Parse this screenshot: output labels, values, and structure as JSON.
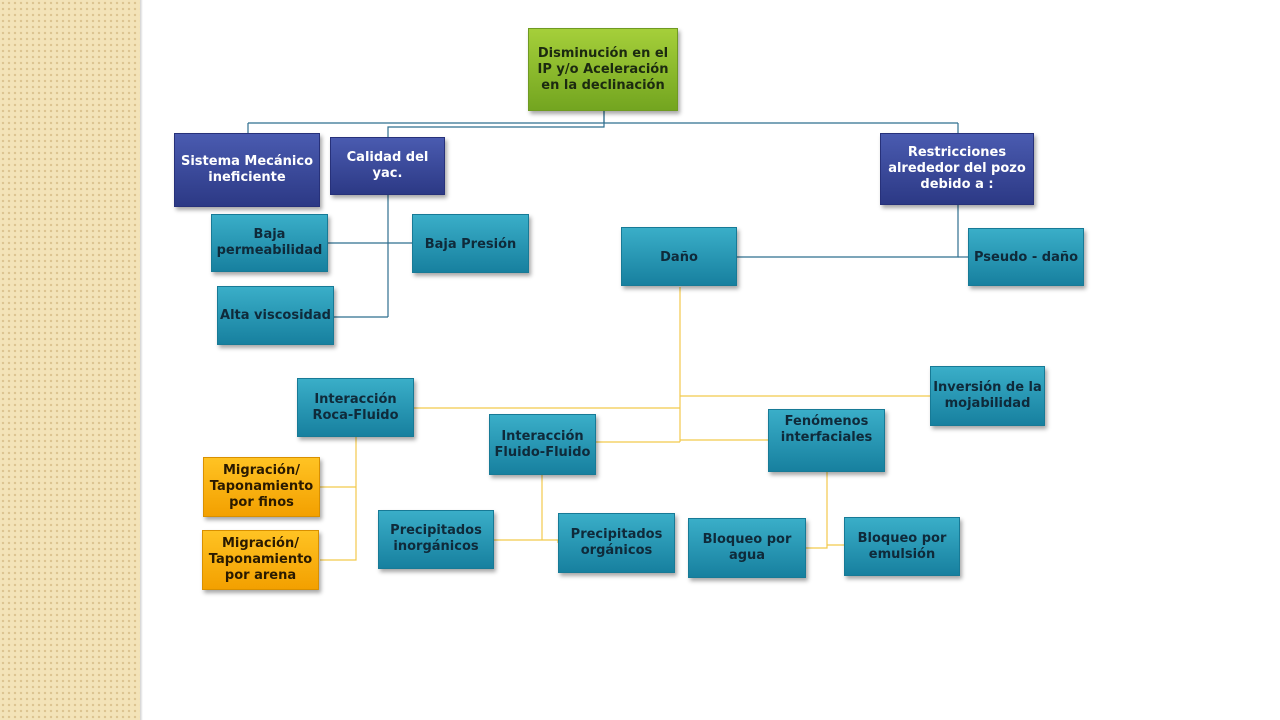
{
  "diagram": {
    "root": "Disminución en el IP y/o Aceleración en la declinación",
    "sistema_mecanico": "Sistema Mecánico ineficiente",
    "calidad_yac": "Calidad del yac.",
    "restricciones": "Restricciones alrededor del pozo debido a :",
    "baja_permeabilidad": "Baja permeabilidad",
    "baja_presion": "Baja Presión",
    "alta_viscosidad": "Alta viscosidad",
    "dano": "Daño",
    "pseudo_dano": "Pseudo - daño",
    "inversion_mojabilidad": "Inversión de la mojabilidad",
    "interaccion_roca_fluido": "Interacción Roca-Fluido",
    "interaccion_fluido_fluido": "Interacción Fluido-Fluido",
    "fenomenos_interfaciales": "Fenómenos interfaciales",
    "migracion_finos": "Migración/ Taponamiento por finos",
    "migracion_arena": "Migración/ Taponamiento por arena",
    "precipitados_inorganicos": "Precipitados inorgánicos",
    "precipitados_organicos": "Precipitados orgánicos",
    "bloqueo_agua": "Bloqueo por agua",
    "bloqueo_emulsion": "Bloqueo por emulsión"
  },
  "colors": {
    "green": "#8bbd2c",
    "navy": "#3a4a9e",
    "teal": "#2596b5",
    "orange": "#fbb312",
    "connector_blue": "#2f6f8f",
    "connector_gold": "#f2c94c"
  }
}
